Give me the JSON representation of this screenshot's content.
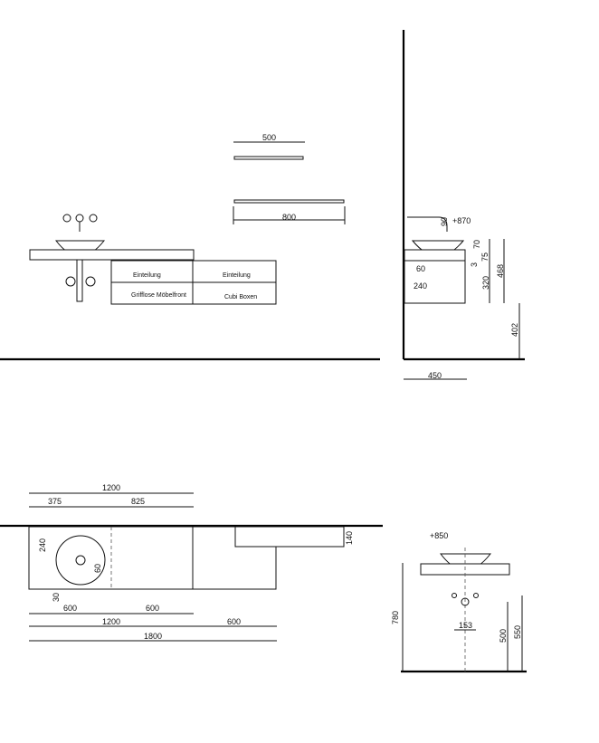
{
  "front_view": {
    "dims": {
      "top_shelf": "500",
      "bottom_shelf": "800"
    },
    "labels": {
      "cell_1_top": "Einteilung",
      "cell_2_top": "Einteilung",
      "cell_1_bottom": "Grifflose Möbelfront",
      "cell_2_bottom": "Cubi Boxen"
    }
  },
  "side_view": {
    "dims": {
      "height_mark": "+870",
      "spout": "90",
      "basin": "70",
      "top": "75",
      "gap": "3",
      "cabinet": "320",
      "total": "468",
      "floor": "402",
      "drain": "60",
      "depth_inner": "240",
      "depth": "450"
    }
  },
  "plan_view": {
    "dims": {
      "total_top": "1200",
      "left": "375",
      "right": "825",
      "basin_offset": "240",
      "drain": "60",
      "edge": "30",
      "shelf_depth": "140",
      "seg_1": "600",
      "seg_2": "600",
      "sum_1200": "1200",
      "seg_3": "600",
      "overall": "1800"
    }
  },
  "wall_view": {
    "dims": {
      "height_mark": "+850",
      "total": "780",
      "spacing": "153",
      "outlet": "500",
      "valves": "550"
    }
  }
}
